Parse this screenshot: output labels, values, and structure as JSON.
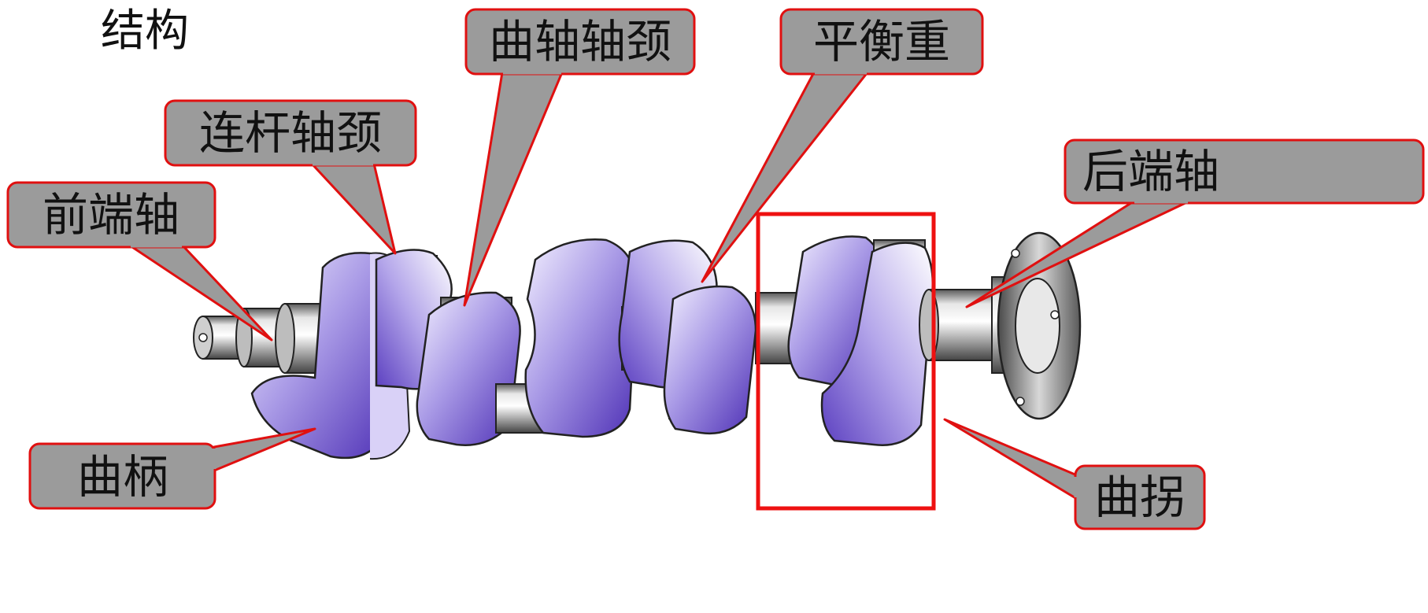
{
  "title": "结构",
  "labels": {
    "front_shaft": "前端轴",
    "crank_pin": "连杆轴颈",
    "main_journal": "曲轴轴颈",
    "counterweight": "平衡重",
    "rear_shaft": "后端轴",
    "crank_arm": "曲柄",
    "crank_throw": "曲拐"
  },
  "colors": {
    "callout_fill": "#9b9b9b",
    "callout_border": "#e01010",
    "highlight_box": "#ee1111",
    "web_purple": "#8a78d8",
    "shaft_grey": "#9a9a9a"
  }
}
